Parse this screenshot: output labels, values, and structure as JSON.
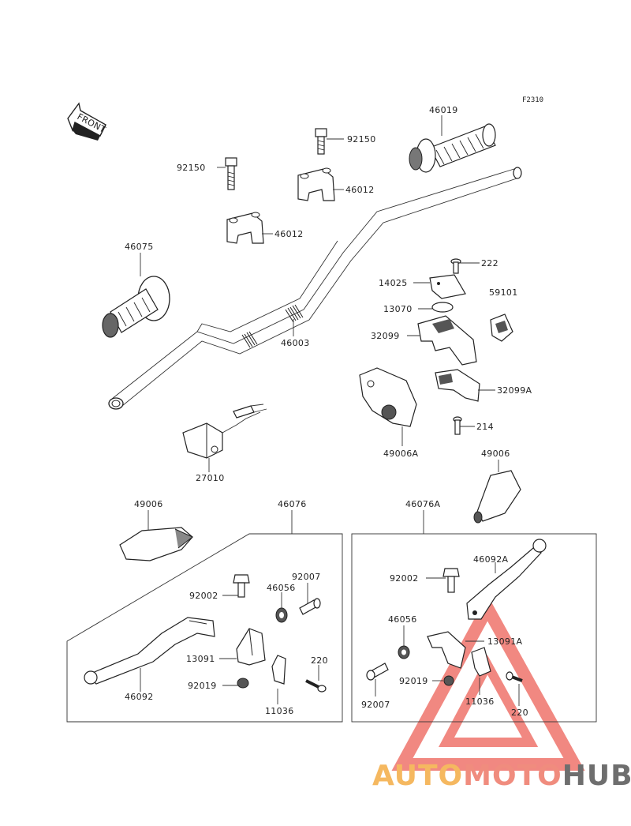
{
  "diagram": {
    "code": "F2310",
    "front_label": "FRONT",
    "labels": {
      "grip_right": "46019",
      "bolt_top_center": "92150",
      "bolt_left": "92150",
      "holder_upper_right": "46012",
      "holder_upper_left": "46012",
      "grip_left": "46075",
      "handlebar": "46003",
      "screw_222": "222",
      "plate_14025": "14025",
      "clip_13070": "13070",
      "cover_59101": "59101",
      "case_32099": "32099",
      "case_32099a": "32099A",
      "screw_214": "214",
      "cover_49006a": "49006A",
      "switch_27010": "27010",
      "guard_right": "49006",
      "guard_left": "49006",
      "assy_left": "46076",
      "assy_right": "46076A",
      "left_bolt_92002": "92002",
      "left_nut_46056": "46056",
      "left_adjuster_92007": "92007",
      "left_holder_13091": "13091",
      "left_screw_220": "220",
      "left_nut_92019": "92019",
      "left_clamp_11036": "11036",
      "left_lever_46092": "46092",
      "right_bolt_92002": "92002",
      "right_lever_46092a": "46092A",
      "right_nut_46056": "46056",
      "right_holder_13091a": "13091A",
      "right_nut_92019": "92019",
      "right_clamp_11036": "11036",
      "right_adjuster_92007": "92007",
      "right_screw_220": "220"
    }
  },
  "watermark": {
    "part1": "AUTO",
    "part2": "MOTO",
    "part3": "HUB",
    "color_auto": "#f5b860",
    "color_moto": "#f08c7e",
    "color_hub": "#6e6e6e",
    "triangle_color": "#ee6b62"
  }
}
